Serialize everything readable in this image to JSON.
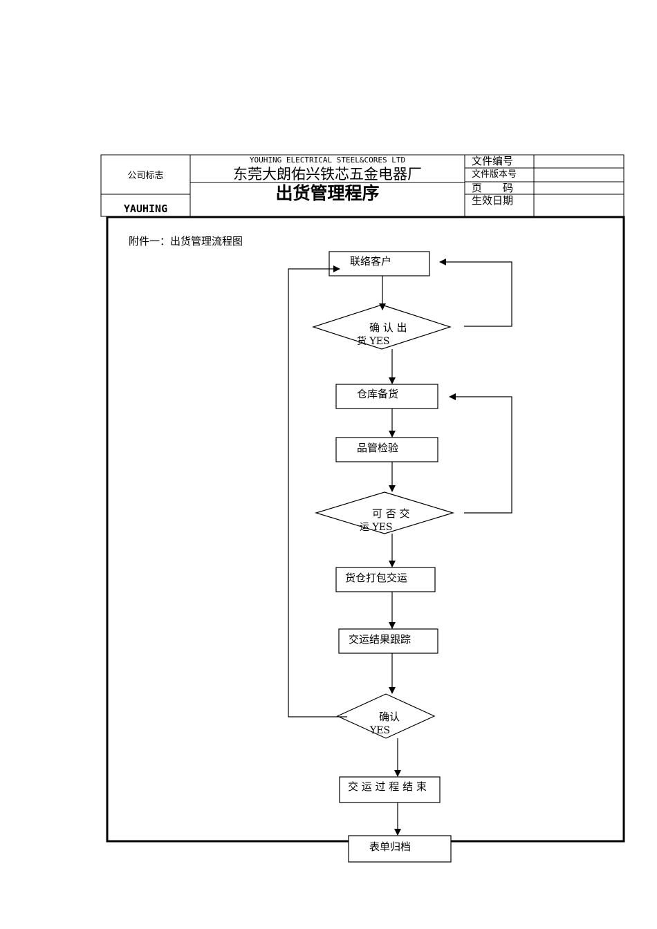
{
  "header": {
    "logo_label": "公司标志",
    "logo_text": "YAUHING",
    "company_en": "YOUHING ELECTRICAL STEEL&CORES LTD",
    "company_cn": "东莞大朗佑兴铁芯五金电器厂",
    "title": "出货管理程序",
    "fields": {
      "doc_no": "文件编号",
      "version": "文件版本号",
      "page": "页　　码",
      "effective_date": "生效日期"
    }
  },
  "attachment_title": "附件一：出货管理流程图",
  "flow": {
    "contact_customer": "联络客户",
    "confirm_ship_1": "确 认 出",
    "confirm_ship_2": "货 YES",
    "warehouse_prepare": "仓库备货",
    "qc_inspect": "品管检验",
    "can_ship_1": "可 否 交",
    "can_ship_2": "运 YES",
    "pack_ship": "货仓打包交运",
    "track_result": "交运结果跟踪",
    "confirm_1": "确认",
    "confirm_2": "YES",
    "process_end": "交 运 过 程 结 束",
    "archive": "表单归档"
  }
}
